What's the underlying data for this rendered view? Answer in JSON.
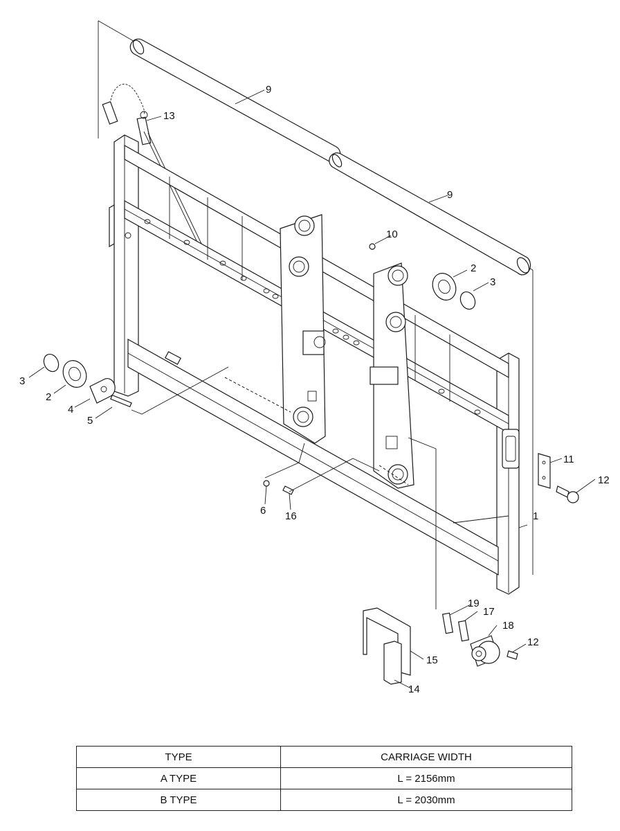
{
  "callouts": [
    {
      "id": "c1",
      "text": "1"
    },
    {
      "id": "c2a",
      "text": "2"
    },
    {
      "id": "c2b",
      "text": "2"
    },
    {
      "id": "c3a",
      "text": "3"
    },
    {
      "id": "c3b",
      "text": "3"
    },
    {
      "id": "c4",
      "text": "4"
    },
    {
      "id": "c5",
      "text": "5"
    },
    {
      "id": "c6",
      "text": "6"
    },
    {
      "id": "c9a",
      "text": "9"
    },
    {
      "id": "c9b",
      "text": "9"
    },
    {
      "id": "c10",
      "text": "10"
    },
    {
      "id": "c11",
      "text": "11"
    },
    {
      "id": "c12a",
      "text": "12"
    },
    {
      "id": "c12b",
      "text": "12"
    },
    {
      "id": "c13",
      "text": "13"
    },
    {
      "id": "c14",
      "text": "14"
    },
    {
      "id": "c15",
      "text": "15"
    },
    {
      "id": "c16",
      "text": "16"
    },
    {
      "id": "c17",
      "text": "17"
    },
    {
      "id": "c18",
      "text": "18"
    },
    {
      "id": "c19",
      "text": "19"
    }
  ],
  "table": {
    "headers": [
      "TYPE",
      "CARRIAGE WIDTH"
    ],
    "rows": [
      [
        "A TYPE",
        "L = 2156mm"
      ],
      [
        "B TYPE",
        "L = 2030mm"
      ]
    ]
  }
}
